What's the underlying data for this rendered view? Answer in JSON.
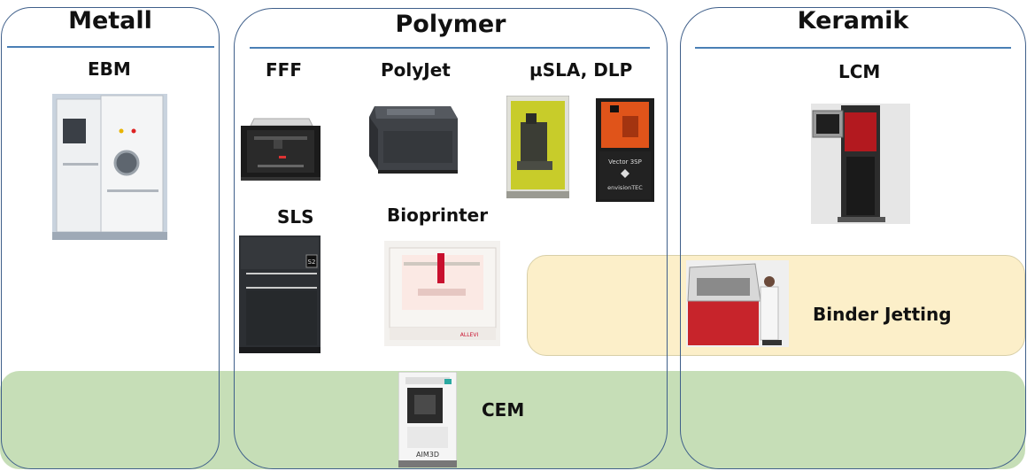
{
  "groups": {
    "metall": {
      "title": "Metall"
    },
    "polymer": {
      "title": "Polymer"
    },
    "keramik": {
      "title": "Keramik"
    }
  },
  "technologies": {
    "ebm": "EBM",
    "fff": "FFF",
    "polyjet": "PolyJet",
    "usla_dlp": "µSLA, DLP",
    "sls": "SLS",
    "bioprinter": "Bioprinter",
    "lcm": "LCM",
    "binder_jetting": "Binder Jetting",
    "cem": "CEM"
  },
  "printed_marks": {
    "vector_3sp": "Vector 3SP",
    "envisiontec": "envisionTEC",
    "allevi": "ALLEVI",
    "aim3d": "AIM3D",
    "s2": "S2"
  },
  "colors": {
    "outline": "#3f5f8a",
    "rule": "#4a7fb5",
    "cem_band": "#c6deb7",
    "binder_band": "#fcefc9",
    "binder_band_border": "#d8cfa8"
  }
}
